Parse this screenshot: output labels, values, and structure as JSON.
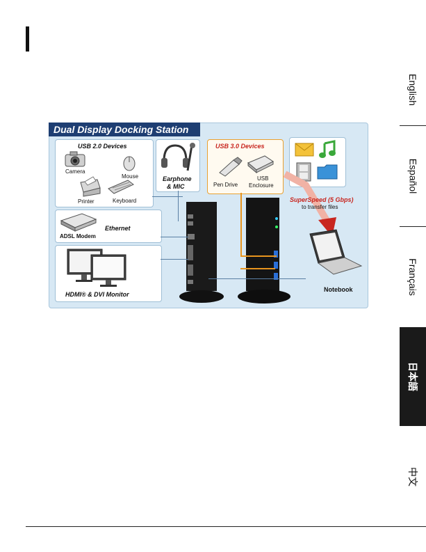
{
  "languages": [
    {
      "label": "English",
      "active": false
    },
    {
      "label": "Español",
      "active": false
    },
    {
      "label": "Français",
      "active": false
    },
    {
      "label": "日本語",
      "active": true
    },
    {
      "label": "中文",
      "active": false
    }
  ],
  "diagram": {
    "title": "Dual Display Docking Station",
    "usb2": {
      "heading": "USB 2.0 Devices",
      "camera": "Camera",
      "mouse": "Mouse",
      "printer": "Printer",
      "keyboard": "Keyboard"
    },
    "earphone": "Earphone",
    "mic": "& MIC",
    "adsl": "ADSL Modem",
    "ethernet": "Ethernet",
    "monitor": "HDMI® & DVI Monitor",
    "usb3": {
      "heading": "USB 3.0 Devices",
      "pen_drive": "Pen Drive",
      "usb_enclosure_1": "USB",
      "usb_enclosure_2": "Enclosure"
    },
    "superspeed": "SuperSpeed (5 Gbps)",
    "transfer": "to transfer files",
    "notebook": "Notebook"
  }
}
